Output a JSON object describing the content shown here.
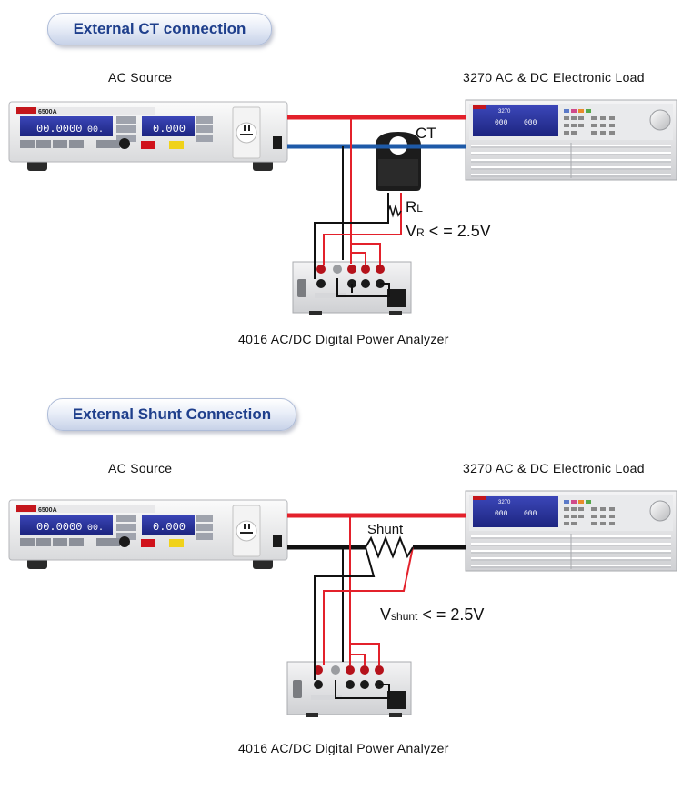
{
  "sections": [
    {
      "title": "External CT connection",
      "source_label": "AC Source",
      "load_label": "3270 AC & DC Electronic Load",
      "analyzer_label": "4016 AC/DC Digital Power Analyzer",
      "ct_label": "CT",
      "rl_label": "R",
      "rl_sub": "L",
      "voltage_label_v": "V",
      "voltage_label_sub": "R",
      "voltage_label_rest": " < = 2.5V"
    },
    {
      "title": "External Shunt Connection",
      "source_label": "AC Source",
      "load_label": "3270 AC & DC Electronic Load",
      "analyzer_label": "4016 AC/DC Digital Power Analyzer",
      "shunt_label": "Shunt",
      "voltage_label_v": "V",
      "voltage_label_sub": "shunt",
      "voltage_label_rest": " < = 2.5V"
    }
  ],
  "devices": {
    "source_model": "6500A",
    "source_display_main": "00.0000",
    "source_display_sub": "00.",
    "source_display_right": "0.000",
    "load_model": "3270",
    "load_display": "000"
  },
  "colors": {
    "live_wire": "#e3212b",
    "neutral_wire_ct": "#1e5aa8",
    "neutral_wire_shunt": "#111111",
    "title_text": "#1f3f8c"
  }
}
